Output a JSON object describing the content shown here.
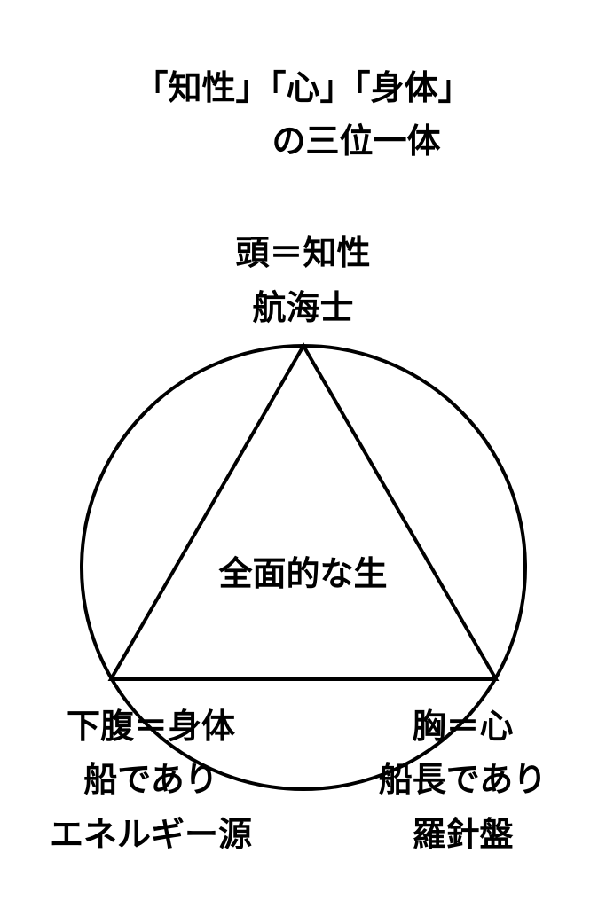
{
  "title": {
    "line1": "「知性」「心」「身体」",
    "line2": "の三位一体"
  },
  "top_vertex": {
    "line1": "頭＝知性",
    "line2": "航海士"
  },
  "center": {
    "label": "全面的な生"
  },
  "bottom_left_vertex": {
    "line1": "下腹＝身体",
    "line2": "船であり",
    "line3": "エネルギー源"
  },
  "bottom_right_vertex": {
    "line1": "胸＝心",
    "line2": "船長であり",
    "line3": "羅針盤"
  },
  "colors": {
    "stroke": "#000000",
    "background": "#ffffff"
  }
}
